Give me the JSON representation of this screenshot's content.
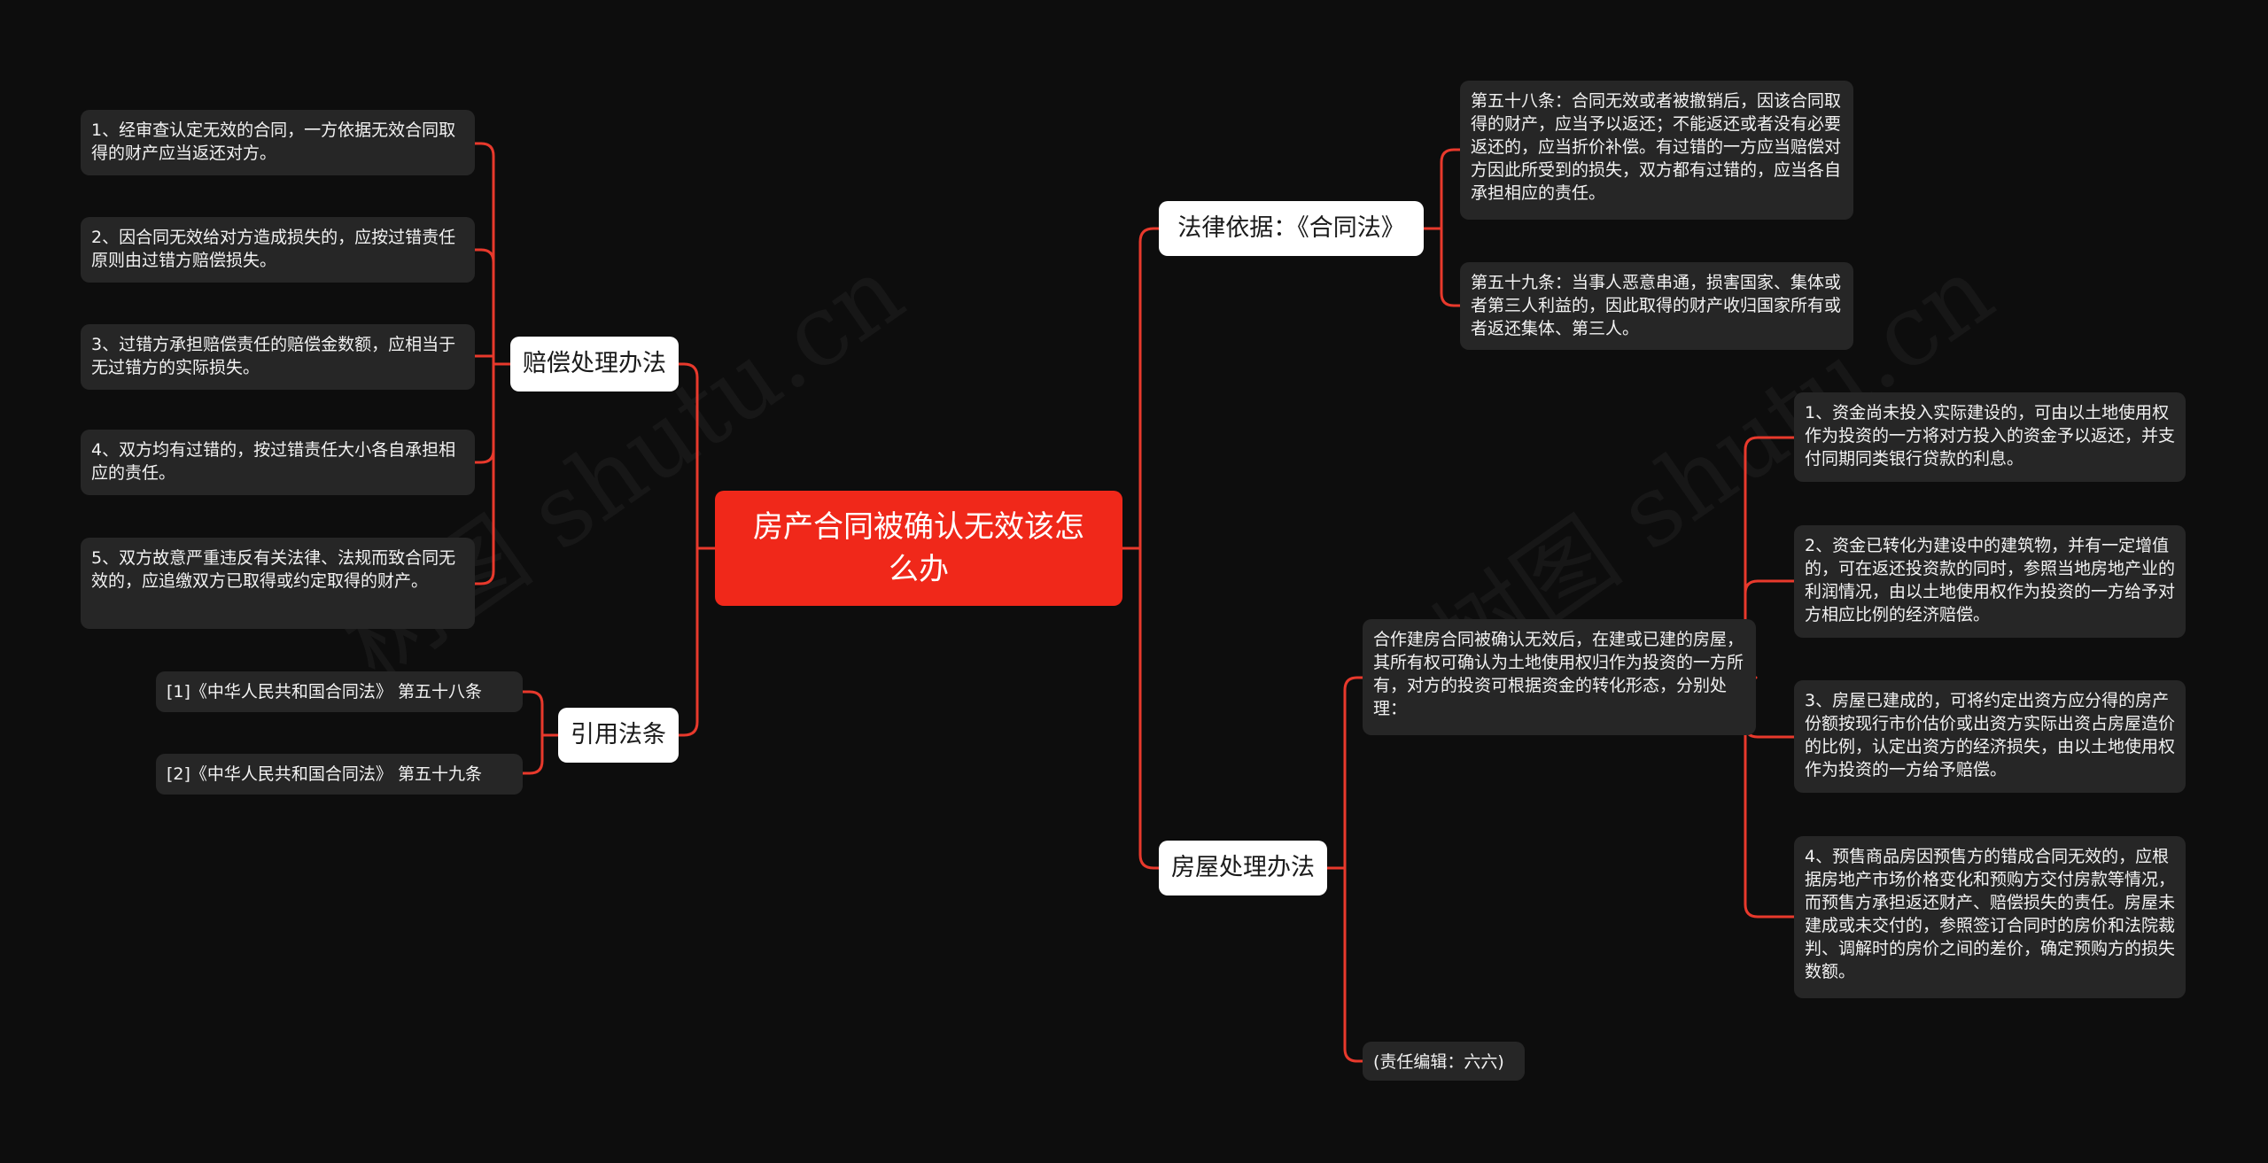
{
  "root": {
    "title": "房产合同被确认无效该怎么办"
  },
  "left": {
    "compensation": {
      "label": "赔偿处理办法",
      "items": [
        "1、经审查认定无效的合同，一方依据无效合同取得的财产应当返还对方。",
        "2、因合同无效给对方造成损失的，应按过错责任原则由过错方赔偿损失。",
        "3、过错方承担赔偿责任的赔偿金数额，应相当于无过错方的实际损失。",
        "4、双方均有过错的，按过错责任大小各自承担相应的责任。",
        "5、双方故意严重违反有关法律、法规而致合同无效的，应追缴双方已取得或约定取得的财产。"
      ]
    },
    "citations": {
      "label": "引用法条",
      "items": [
        "[1]《中华人民共和国合同法》 第五十八条",
        "[2]《中华人民共和国合同法》 第五十九条"
      ]
    }
  },
  "right": {
    "legal_basis": {
      "label": "法律依据：《合同法》",
      "items": [
        "第五十八条：合同无效或者被撤销后，因该合同取得的财产，应当予以返还；不能返还或者没有必要返还的，应当折价补偿。有过错的一方应当赔偿对方因此所受到的损失，双方都有过错的，应当各自承担相应的责任。",
        "第五十九条：当事人恶意串通，损害国家、集体或者第三人利益的，因此取得的财产收归国家所有或者返还集体、第三人。"
      ]
    },
    "housing": {
      "label": "房屋处理办法",
      "intro": "合作建房合同被确认无效后，在建或已建的房屋，其所有权可确认为土地使用权归作为投资的一方所有，对方的投资可根据资金的转化形态，分别处理：",
      "items": [
        "1、资金尚未投入实际建设的，可由以土地使用权作为投资的一方将对方投入的资金予以返还，并支付同期同类银行贷款的利息。",
        "2、资金已转化为建设中的建筑物，并有一定增值的，可在返还投资款的同时，参照当地房地产业的利润情况，由以土地使用权作为投资的一方给予对方相应比例的经济赔偿。",
        "3、房屋已建成的，可将约定出资方应分得的房产份额按现行市价估价或出资方实际出资占房屋造价的比例，认定出资方的经济损失，由以土地使用权作为投资的一方给予赔偿。",
        "4、预售商品房因预售方的错成合同无效的，应根据房地产市场价格变化和预购方交付房款等情况，而预售方承担返还财产、赔偿损失的责任。房屋未建成或未交付的，参照签订合同时的房价和法院裁判、调解时的房价之间的差价，确定预购方的损失数额。"
      ],
      "editor": "(责任编辑：六六)"
    }
  },
  "watermark": {
    "text": "树图 shutu.cn"
  },
  "colors": {
    "background": "#0d0d0d",
    "root": "#f0281a",
    "line": "#e8392c",
    "leaf": "#262626",
    "branch": "#ffffff"
  }
}
